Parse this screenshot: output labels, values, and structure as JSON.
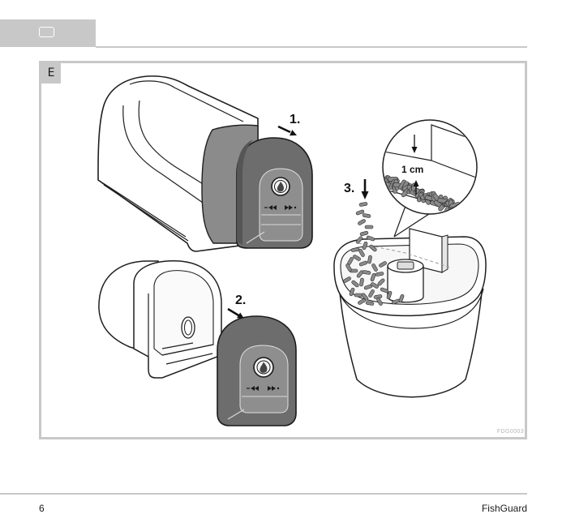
{
  "header": {
    "tab_icon": "rounded-rect-icon"
  },
  "figure": {
    "label": "E",
    "step1": "1.",
    "step2": "2.",
    "step3": "3.",
    "fill_height": "1 cm",
    "code": "FDG0003",
    "icons": [
      "feed-drop-icon",
      "rewind-icon",
      "forward-icon"
    ]
  },
  "footer": {
    "page_number": "6",
    "product_name": "FishGuard"
  },
  "colors": {
    "rule": "#c8c8c8",
    "lid": "#6d6d6d",
    "band": "#8b8b8b",
    "pellet": "#8a8a8a",
    "code_text": "#b5b5b5"
  }
}
